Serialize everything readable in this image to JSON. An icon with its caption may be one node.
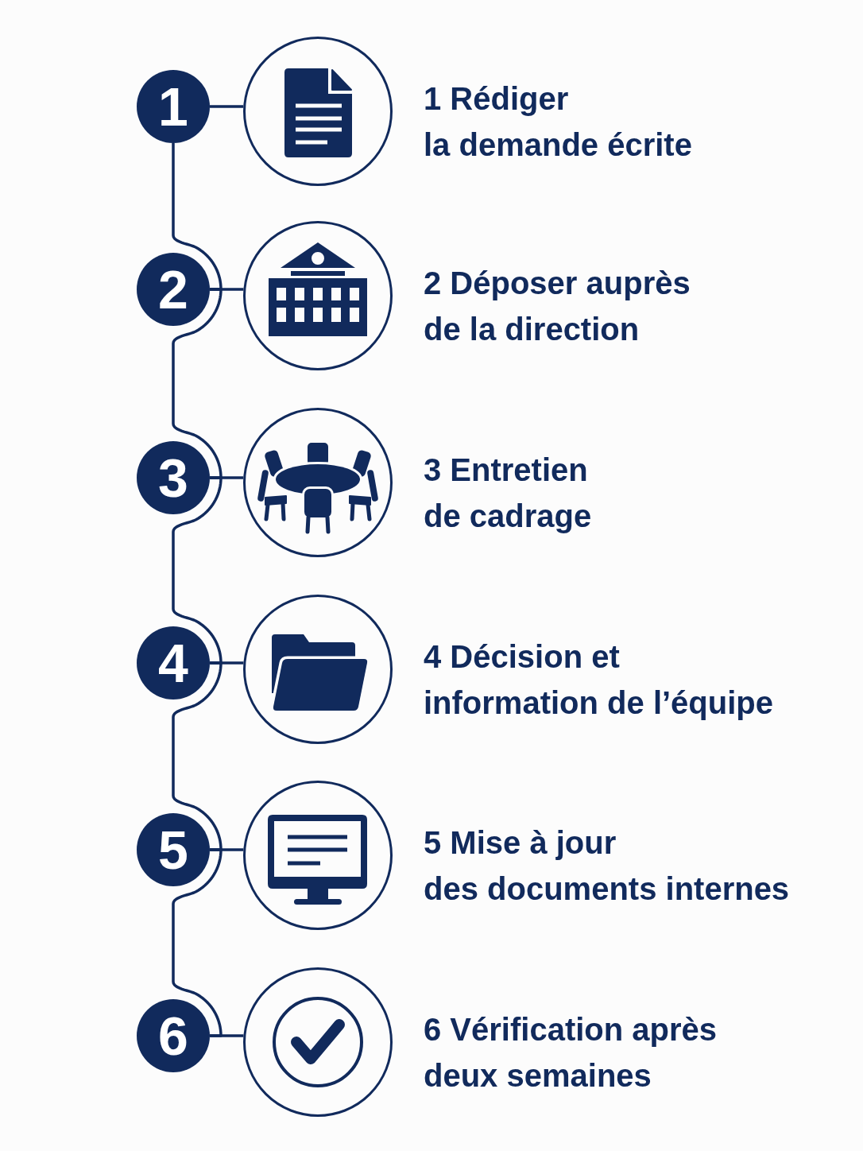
{
  "diagram": {
    "nodes": [
      {
        "text": [
          "1"
        ]
      },
      {
        "text": [],
        "shape": "circle",
        "beside": [
          "1 Rédiger la demande écrite"
        ]
      },
      {
        "text": [
          "2"
        ]
      },
      {
        "text": [],
        "shape": "circle",
        "beside": [
          "2 Déposer auprès de la direction"
        ]
      },
      {
        "text": [
          "3"
        ]
      },
      {
        "text": [],
        "shape": "circle",
        "beside": [
          "3 Entretien de cadrage"
        ]
      },
      {
        "text": [
          "4"
        ]
      },
      {
        "text": [],
        "shape": "circle",
        "beside": [
          "4 Décision et information de l’équipe"
        ]
      },
      {
        "text": [
          "5"
        ]
      },
      {
        "text": [],
        "shape": "circle",
        "beside": [
          "5 Mise à jour des documents internes"
        ]
      },
      {
        "text": [
          "6"
        ]
      },
      {
        "text": [],
        "shape": "circle",
        "beside": [
          "6 Vérification après deux semaines"
        ]
      }
    ],
    "edges": [
      {
        "from": 0,
        "to": 1,
        "arrow": "none"
      },
      {
        "from": 0,
        "to": 2,
        "arrow": "none"
      },
      {
        "from": 2,
        "to": 3,
        "arrow": "none"
      },
      {
        "from": 2,
        "to": 4,
        "arrow": "none"
      },
      {
        "from": 4,
        "to": 5,
        "arrow": "none"
      },
      {
        "from": 4,
        "to": 6,
        "arrow": "none"
      },
      {
        "from": 6,
        "to": 7,
        "arrow": "none"
      },
      {
        "from": 6,
        "to": 8,
        "arrow": "none"
      },
      {
        "from": 8,
        "to": 9,
        "arrow": "none"
      },
      {
        "from": 8,
        "to": 10,
        "arrow": "none"
      },
      {
        "from": 10,
        "to": 11,
        "arrow": "none"
      }
    ]
  }
}
